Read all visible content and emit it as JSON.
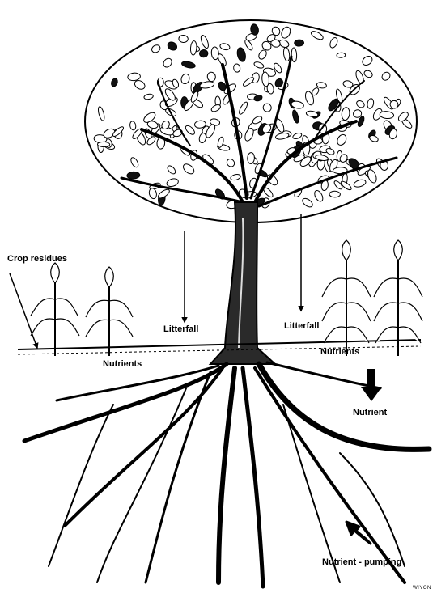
{
  "labels": {
    "crop_residues": "Crop residues",
    "litterfall_left": "Litterfall",
    "litterfall_right": "Litterfall",
    "nutrients_left": "Nutrients",
    "nutrients_right": "Nutrients",
    "nutrient": "Nutrient",
    "nutrient_pumping": "Nutrient - pumping"
  },
  "signature": "WIYON",
  "colors": {
    "ink": "#000000",
    "paper": "#ffffff"
  }
}
